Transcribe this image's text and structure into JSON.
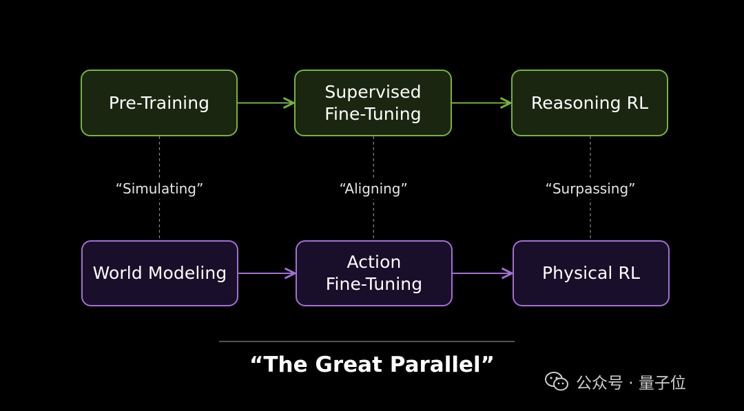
{
  "nodes": [
    {
      "id": "pre-training",
      "label": "Pre-Training",
      "style": "green"
    },
    {
      "id": "supervised-fine-tuning",
      "label": "Supervised\nFine-Tuning",
      "style": "green"
    },
    {
      "id": "reasoning-rl",
      "label": "Reasoning RL",
      "style": "green"
    },
    {
      "id": "world-modeling",
      "label": "World Modeling",
      "style": "purple"
    },
    {
      "id": "action-fine-tuning",
      "label": "Action\nFine-Tuning",
      "style": "purple"
    },
    {
      "id": "physical-rl",
      "label": "Physical RL",
      "style": "purple"
    }
  ],
  "arrows": [
    {
      "from": "pre-training",
      "to": "supervised-fine-tuning",
      "style": "green"
    },
    {
      "from": "supervised-fine-tuning",
      "to": "reasoning-rl",
      "style": "green"
    },
    {
      "from": "world-modeling",
      "to": "action-fine-tuning",
      "style": "purple"
    },
    {
      "from": "action-fine-tuning",
      "to": "physical-rl",
      "style": "purple"
    }
  ],
  "connectors": [
    {
      "from": "pre-training",
      "to": "world-modeling",
      "label": "“Simulating”"
    },
    {
      "from": "supervised-fine-tuning",
      "to": "action-fine-tuning",
      "label": "“Aligning”"
    },
    {
      "from": "reasoning-rl",
      "to": "physical-rl",
      "label": "“Surpassing”"
    }
  ],
  "tagline": "“The Great Parallel”",
  "watermark": {
    "text": "公众号 · 量子位",
    "icon": "wechat-icon"
  },
  "colors": {
    "green_border": "#77b33f",
    "green_fill": "#1a2610",
    "purple_border": "#a46fd6",
    "purple_fill": "#1a0f2a",
    "connector": "#8a8a8a",
    "divider": "#6e6e6e",
    "background": "#000000"
  }
}
